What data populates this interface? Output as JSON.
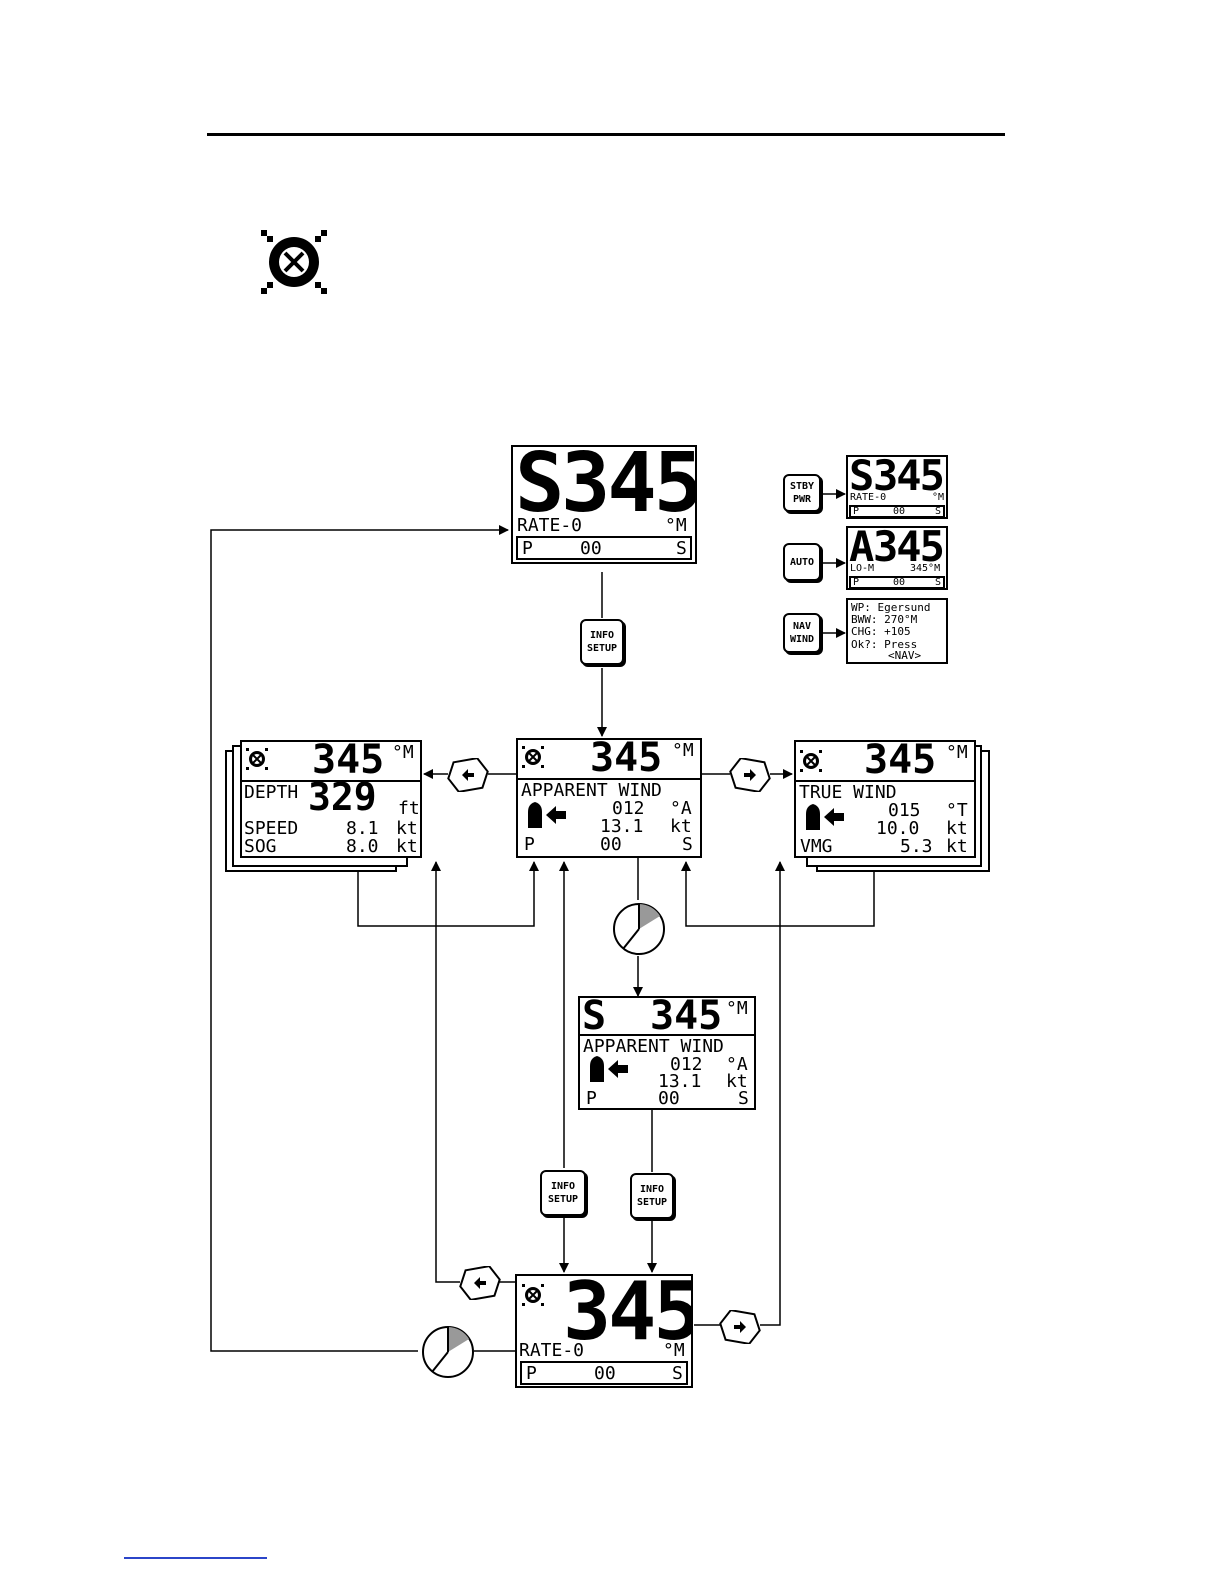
{
  "main_screen": {
    "mode": "S",
    "heading": "345",
    "rate": "RATE-0",
    "unit": "°M",
    "port": "P",
    "rudder": "00",
    "starboard": "S"
  },
  "side_screens": {
    "standby": {
      "mode": "S",
      "heading": "345",
      "rate": "RATE-0",
      "unit": "°M",
      "port": "P",
      "rudder": "00",
      "starboard": "S"
    },
    "auto": {
      "mode": "A",
      "heading": "345",
      "lo": "LO-M",
      "set": "345°M",
      "port": "P",
      "rudder": "00",
      "starboard": "S"
    },
    "nav": {
      "line1": "WP: Egersund",
      "line2": "BWW:  270°M",
      "line3": "CHG: +105",
      "line4": "Ok?: Press",
      "line5": "<NAV>"
    }
  },
  "buttons": {
    "stby_pwr": [
      "STBY",
      "PWR"
    ],
    "auto": "AUTO",
    "nav_wind": [
      "NAV",
      "WIND"
    ],
    "info_setup": [
      "INFO",
      "SETUP"
    ]
  },
  "apparent_screen": {
    "heading": "345",
    "unit": "°M",
    "title": "APPARENT WIND",
    "angle": "012",
    "angle_unit": "°A",
    "speed": "13.1",
    "speed_unit": "kt",
    "port": "P",
    "rudder": "00",
    "starboard": "S"
  },
  "depth_screen": {
    "heading": "345",
    "unit": "°M",
    "depth_label": "DEPTH",
    "depth": "329",
    "depth_unit": "ft",
    "speed_label": "SPEED",
    "speed": "8.1",
    "speed_unit": "kt",
    "sog_label": "SOG",
    "sog": "8.0",
    "sog_unit": "kt"
  },
  "true_screen": {
    "heading": "345",
    "unit": "°M",
    "title": "TRUE WIND",
    "angle": "015",
    "angle_unit": "°T",
    "speed": "10.0",
    "speed_unit": "kt",
    "vmg_label": "VMG",
    "vmg": "5.3",
    "vmg_unit": "kt"
  },
  "s_apparent_screen": {
    "mode": "S",
    "heading": "345",
    "unit": "°M",
    "title": "APPARENT WIND",
    "angle": "012",
    "angle_unit": "°A",
    "speed": "13.1",
    "speed_unit": "kt",
    "port": "P",
    "rudder": "00",
    "starboard": "S"
  },
  "bottom_screen": {
    "heading": "345",
    "rate": "RATE-0",
    "unit": "°M",
    "port": "P",
    "rudder": "00",
    "starboard": "S"
  }
}
